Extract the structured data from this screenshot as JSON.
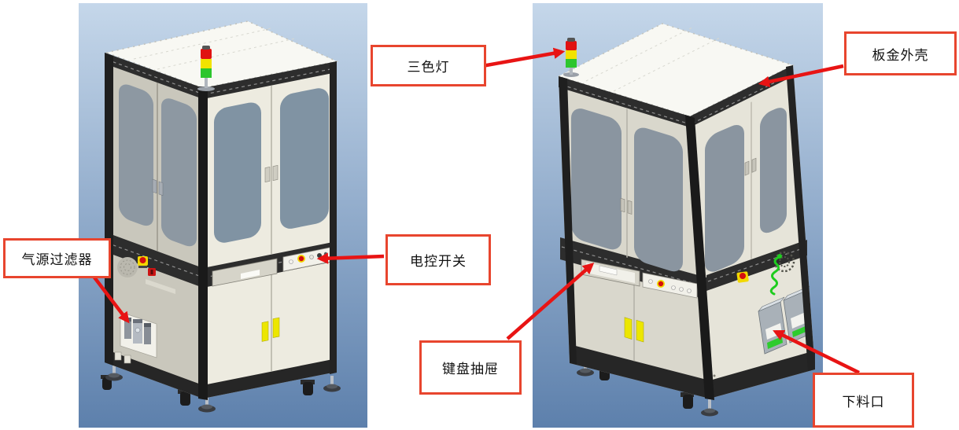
{
  "figure": {
    "description_visible_text_only": true,
    "views": {
      "left_panel": "machine-front-left-view",
      "right_panel": "machine-front-right-view"
    }
  },
  "annotations": [
    {
      "id": "tricolor-light",
      "label": "三色灯"
    },
    {
      "id": "sheet-metal-shell",
      "label": "板金外壳"
    },
    {
      "id": "air-filter",
      "label": "气源过滤器"
    },
    {
      "id": "electric-switch",
      "label": "电控开关"
    },
    {
      "id": "keyboard-drawer",
      "label": "键盘抽屉"
    },
    {
      "id": "discharge-outlet",
      "label": "下料口"
    }
  ],
  "colors": {
    "callout_border": "#e8452e",
    "arrow_red": "#e81414",
    "panel_top": "#c5d7ea",
    "panel_bottom": "#5d80ac",
    "tower_red": "#e01212",
    "tower_yellow": "#f2e300",
    "tower_green": "#2dc62d",
    "handle_yellow": "#ece600",
    "chute_green": "#2ecc2e",
    "frame_dark": "#2d2d2d",
    "cabinet_light": "#edebe0",
    "cabinet_shadow": "#c9c7bc",
    "window_glass": "#8a95a0",
    "top_surface": "#f8f8f3"
  }
}
